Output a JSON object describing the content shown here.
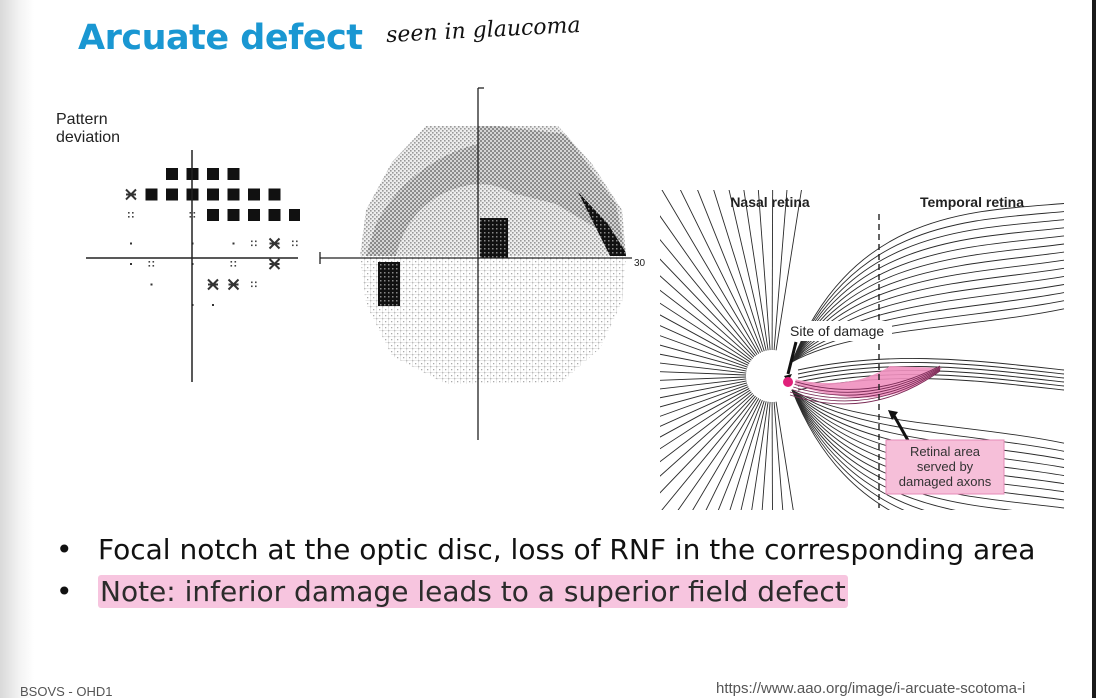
{
  "slide": {
    "title": "Arcuate defect",
    "handwritten_note": "seen in glaucoma"
  },
  "figures": {
    "pattern_label": "Pattern deviation",
    "greyscale_axis_tick": "30",
    "retina": {
      "nasal_label": "Nasal retina",
      "temporal_label": "Temporal retina",
      "damage_label": "Site of damage",
      "area_label_lines": [
        "Retinal area",
        "served by",
        "damaged axons"
      ]
    }
  },
  "bullets": [
    "Focal notch at the optic disc, loss of RNF in the corresponding area",
    "Note: inferior damage leads to a superior field defect"
  ],
  "footer": {
    "left": "BSOVS - OHD1",
    "right": "https://www.aao.org/image/i-arcuate-scotoma-i"
  },
  "colors": {
    "title": "#1a97d2",
    "highlight": "#ec6eaf",
    "damage_marker": "#e0207a",
    "damaged_area": "#f090bf"
  }
}
